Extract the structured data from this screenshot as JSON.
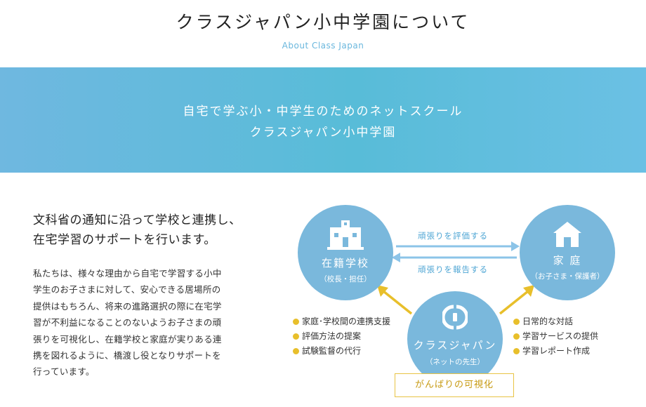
{
  "header": {
    "title": "クラスジャパン小中学園について",
    "subtitle": "About Class Japan"
  },
  "hero": {
    "line1": "自宅で学ぶ小・中学生のためのネットスクール",
    "line2": "クラスジャパン小中学園"
  },
  "content": {
    "lead_line1": "文科省の通知に沿って学校と連携し、",
    "lead_line2": "在宅学習のサポートを行います。",
    "body_lines": [
      "私たちは、様々な理由から自宅で学習する小中",
      "学生のお子さまに対して、安心できる居場所の",
      "提供はもちろん、将来の進路選択の際に在宅学",
      "習が不利益になることのないようお子さまの頑",
      "張りを可視化し、在籍学校と家庭が実りある連",
      "携を図れるように、橋渡し役となりサポートを",
      "行っています。"
    ]
  },
  "diagram": {
    "school": {
      "label": "在籍学校",
      "sub": "（校長・担任）",
      "icon": "school-building-icon"
    },
    "home": {
      "label": "家 庭",
      "sub": "（お子さま・保護者）",
      "icon": "house-icon"
    },
    "classjapan": {
      "label": "クラスジャパン",
      "sub": "（ネットの先生）",
      "icon": "classjapan-logo-icon"
    },
    "arrow_top_label": "頑張りを評価する",
    "arrow_bottom_label": "頑張りを報告する",
    "left_items": [
      "家庭･学校間の連携支援",
      "評価方法の提案",
      "試験監督の代行"
    ],
    "right_items": [
      "日常的な対話",
      "学習サービスの提供",
      "学習レポート作成"
    ],
    "visualize_label": "がんばりの可視化"
  },
  "colors": {
    "circle": "#7ab8dc",
    "hero_gradient_start": "#6fb8e0",
    "hero_gradient_end": "#58bcd8",
    "accent_yellow": "#e8bf2b",
    "arrow_blue": "#8cc4e8",
    "subtitle_blue": "#6ab7dd"
  }
}
